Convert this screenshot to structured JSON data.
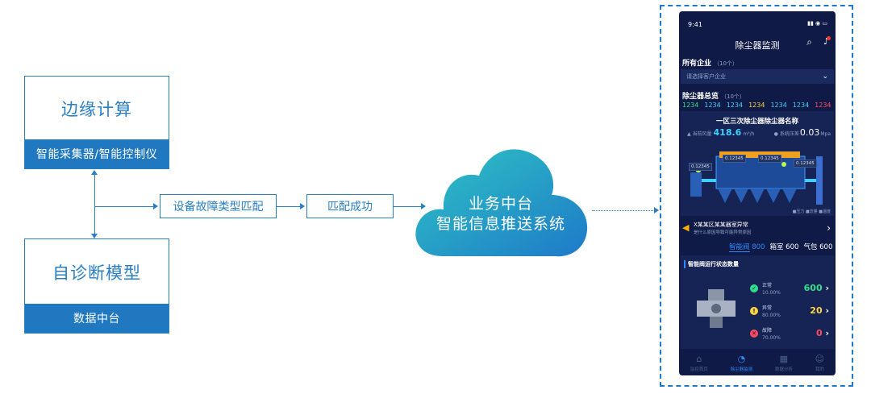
{
  "left": {
    "edge_box": {
      "title": "边缘计算",
      "bar": "智能采集器/智能控制仪"
    },
    "diag_box": {
      "title": "自诊断模型",
      "bar": "数据中台"
    },
    "step1": "设备故障类型匹配",
    "step2": "匹配成功"
  },
  "cloud": {
    "line1": "业务中台",
    "line2": "智能信息推送系统"
  },
  "phone": {
    "time": "9:41",
    "status_icons": "▮▮ ◉ ▭",
    "title": "除尘器监测",
    "enterprises": {
      "label": "所有企业",
      "count": "（10个）",
      "placeholder": "请选择客户企业"
    },
    "overview": {
      "label": "除尘器总览",
      "count": "（10个）"
    },
    "numbers": [
      "1234",
      "1234",
      "1234",
      "1234",
      "1234",
      "1234",
      "1234"
    ],
    "number_colors": [
      "#2fe08a",
      "#3fd0ff",
      "#3fd0ff",
      "#ffd23f",
      "#3fd0ff",
      "#3fd0ff",
      "#ff4d5e"
    ],
    "device": {
      "name": "一区三次除尘器除尘器名称",
      "left_label": "▲ 当前风量",
      "left_value": "418.6",
      "left_unit": "m³/h",
      "right_label": "● 系统压差",
      "right_value": "0.03",
      "right_unit": "Mpa",
      "tags": [
        "0.12345",
        "0.12345",
        "0.12345",
        "0.12345"
      ],
      "legend": "■压力 ■流量 ■温度"
    },
    "alert": {
      "title": "X某某区某某器室异常",
      "desc": "是什么原因导致可能异常原因"
    },
    "tabs": [
      {
        "label": "智能阀",
        "value": "800"
      },
      {
        "label": "箱室",
        "value": "600"
      },
      {
        "label": "气包",
        "value": "600"
      }
    ],
    "panel": {
      "title": "智能阀运行状态数量",
      "rows": [
        {
          "name": "正常",
          "pct": "10.00%",
          "count": "600",
          "color": "#2fe08a",
          "icon": "✓"
        },
        {
          "name": "异常",
          "pct": "80.00%",
          "count": "20",
          "color": "#ffd23f",
          "icon": "!"
        },
        {
          "name": "故障",
          "pct": "70.00%",
          "count": "0",
          "color": "#ff4d5e",
          "icon": "✕"
        }
      ]
    },
    "nav": [
      {
        "label": "监控首页",
        "icon": "⌂"
      },
      {
        "label": "除尘器监测",
        "icon": "◔"
      },
      {
        "label": "数据分析",
        "icon": "▦"
      },
      {
        "label": "我的",
        "icon": "☺"
      }
    ]
  }
}
